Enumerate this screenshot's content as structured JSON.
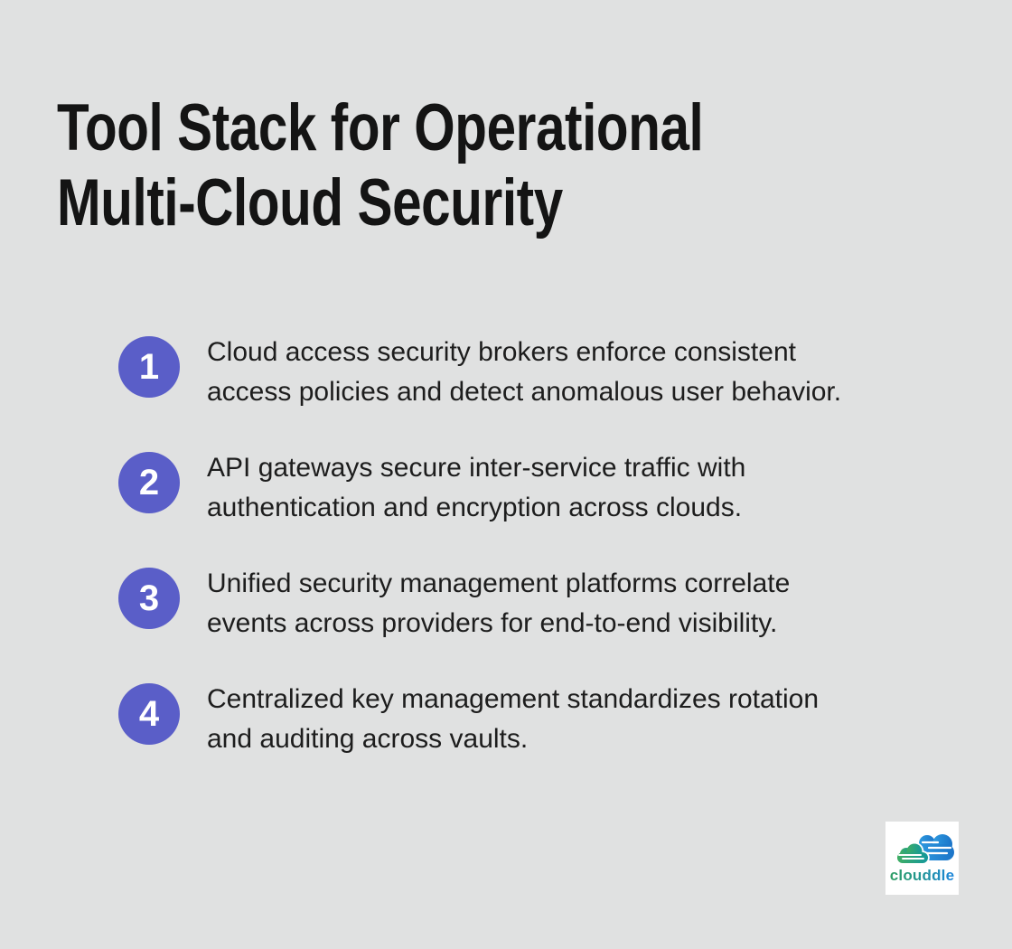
{
  "page": {
    "background_color": "#e0e1e1",
    "text_color": "#1d1d1d"
  },
  "header": {
    "title": "Tool Stack for Operational Multi-Cloud Security",
    "title_lines": [
      "Tool Stack for Operational",
      "Multi-Cloud Security"
    ]
  },
  "list": {
    "badge_color": "#5a5ec8",
    "badge_number_color": "#ffffff",
    "items": [
      {
        "number": "1",
        "text": "Cloud access security brokers enforce consistent access policies and detect anomalous user behavior.",
        "lines": [
          "Cloud access security brokers enforce consistent",
          "access policies and detect anomalous user behavior."
        ]
      },
      {
        "number": "2",
        "text": "API gateways secure inter-service traffic with authentication and encryption across clouds.",
        "lines": [
          "API gateways secure inter-service traffic with",
          "authentication and encryption across clouds."
        ]
      },
      {
        "number": "3",
        "text": "Unified security management platforms correlate events across providers for end-to-end visibility.",
        "lines": [
          "Unified security management platforms correlate",
          "events across providers for end-to-end visibility."
        ]
      },
      {
        "number": "4",
        "text": "Centralized key management standardizes rotation and auditing across vaults.",
        "lines": [
          "Centralized key management standardizes rotation",
          "and auditing across vaults."
        ]
      }
    ]
  },
  "logo": {
    "brand": "clouddle",
    "icon": "clouddle-clouds-icon",
    "box_color": "#ffffff",
    "colors": {
      "green": "#2f9e63",
      "teal": "#21968f",
      "blue": "#1c86d8"
    }
  }
}
